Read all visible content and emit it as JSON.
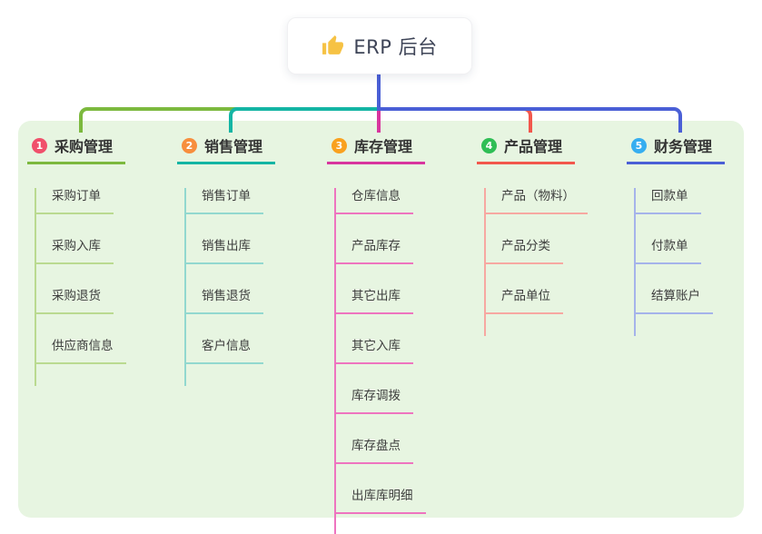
{
  "root": {
    "label": "ERP 后台",
    "icon": "thumbs-up-icon",
    "line_color": "#4a5fd6"
  },
  "colors": {
    "background": "#ffffff",
    "panel": "#e7f5e1",
    "topic_text": "#333333",
    "child_text": "#3d3d3d",
    "root_text": "#3e4457",
    "thumb_yellow": "#f6c244"
  },
  "branches": [
    {
      "badge": "1",
      "label": "采购管理",
      "color": "#7cb93e",
      "light_color": "#bada90",
      "badge_color": "#f0506b",
      "children": [
        "采购订单",
        "采购入库",
        "采购退货",
        "供应商信息"
      ]
    },
    {
      "badge": "2",
      "label": "销售管理",
      "color": "#14b5a4",
      "light_color": "#92d8cf",
      "badge_color": "#f78e3d",
      "children": [
        "销售订单",
        "销售出库",
        "销售退货",
        "客户信息"
      ]
    },
    {
      "badge": "3",
      "label": "库存管理",
      "color": "#d8359e",
      "light_color": "#ee74bf",
      "badge_color": "#f9a11f",
      "children": [
        "仓库信息",
        "产品库存",
        "其它出库",
        "其它入库",
        "库存调拨",
        "库存盘点",
        "出库库明细"
      ]
    },
    {
      "badge": "4",
      "label": "产品管理",
      "color": "#f2574c",
      "light_color": "#f7a8a1",
      "badge_color": "#2fbe55",
      "children": [
        "产品（物料）",
        "产品分类",
        "产品单位"
      ]
    },
    {
      "badge": "5",
      "label": "财务管理",
      "color": "#4a5fd6",
      "light_color": "#a5b3ea",
      "badge_color": "#36aef0",
      "children": [
        "回款单",
        "付款单",
        "结算账户"
      ]
    }
  ]
}
